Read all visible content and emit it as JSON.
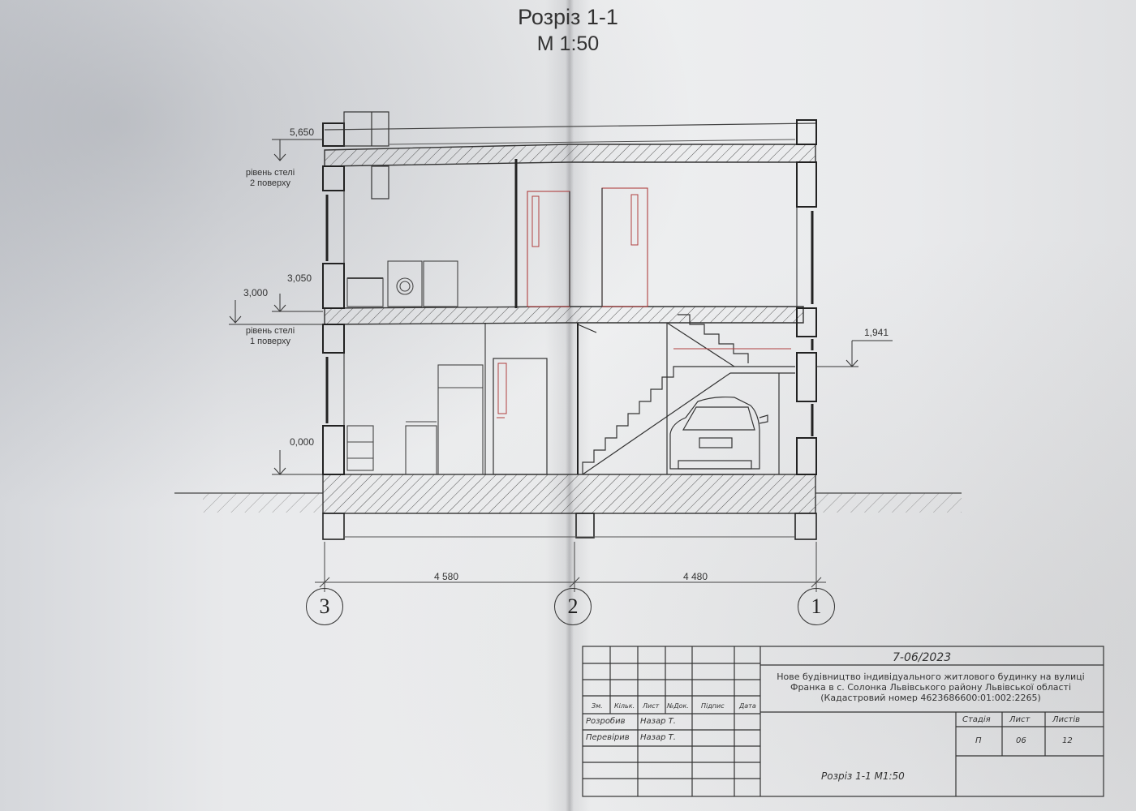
{
  "title": {
    "name": "Розріз 1-1",
    "scale": "М 1:50"
  },
  "levels": [
    {
      "value": "5,650",
      "note": "рівень стелі\n2 поверху"
    },
    {
      "value": "3,050",
      "note": ""
    },
    {
      "value": "3,000",
      "note": "рівень стелі\n1 поверху"
    },
    {
      "value": "0,000",
      "note": ""
    },
    {
      "value": "1,941",
      "note": ""
    }
  ],
  "dimensions": [
    "4 580",
    "4 480"
  ],
  "axes": [
    "3",
    "2",
    "1"
  ],
  "title_block": {
    "code": "7-06/2023",
    "project": "Нове будівництво індивідуального житлового будинку  на вулиці Франка в с. Солонка Львівського району Львівської області (Кадастровий номер 4623686600:01:002:2265)",
    "headers": [
      "Зм.",
      "Кільк.",
      "Лист",
      "№Док.",
      "Підпис",
      "Дата"
    ],
    "developed_label": "Розробив",
    "developed_name": "Назар Т.",
    "checked_label": "Перевірив",
    "checked_name": "Назар Т.",
    "stage_label": "Стадія",
    "sheet_label": "Лист",
    "sheets_label": "Листів",
    "stage": "П",
    "sheet": "06",
    "sheets": "12",
    "sheet_title": "Розріз 1-1 М1:50"
  }
}
